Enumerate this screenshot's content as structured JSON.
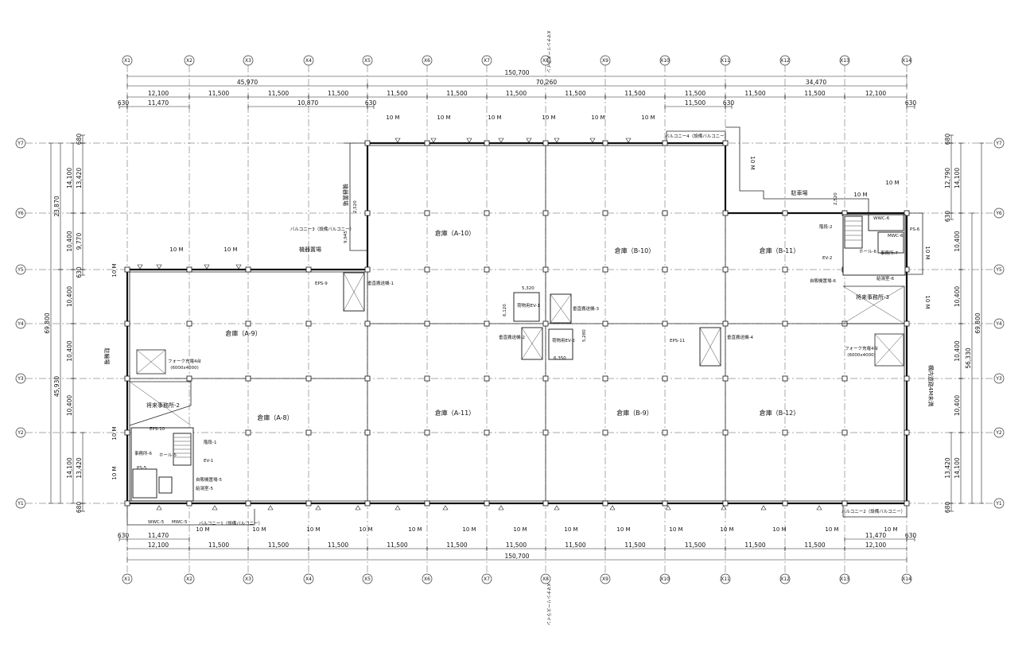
{
  "grid_x": [
    "X1",
    "X2",
    "X3",
    "X4",
    "X5",
    "X6",
    "X7",
    "X8",
    "X9",
    "X10",
    "X11",
    "X12",
    "X13",
    "X14"
  ],
  "grid_y": [
    "Y7",
    "Y6",
    "Y5",
    "Y4",
    "Y3",
    "Y2",
    "Y1"
  ],
  "dims_top": {
    "overall": "150,700",
    "sections": [
      "45,970",
      "70,260",
      "34,470"
    ],
    "spans": [
      "12,100",
      "11,500",
      "11,500",
      "11,500",
      "11,500",
      "11,500",
      "11,500",
      "11,500",
      "11,500",
      "11,500",
      "11,500",
      "11,500",
      "12,100"
    ],
    "sub": [
      "630",
      "11,470",
      "10,870",
      "630",
      "11,500",
      "630",
      "630"
    ]
  },
  "dims_bottom": {
    "overall": "150,700",
    "spans": [
      "12,100",
      "11,500",
      "11,500",
      "11,500",
      "11,500",
      "11,500",
      "11,500",
      "11,500",
      "11,500",
      "11,500",
      "11,500",
      "11,500",
      "12,100"
    ],
    "sub": [
      "630",
      "11,470",
      "11,470",
      "630"
    ]
  },
  "dims_left": {
    "overall": "69,800",
    "groups": [
      "23,870",
      "45,930"
    ],
    "spans": [
      "14,100",
      "10,400",
      "10,400",
      "10,400",
      "10,400",
      "14,100"
    ],
    "sub": [
      "680",
      "13,420",
      "9,770",
      "630",
      "13,420",
      "680"
    ]
  },
  "dims_right": {
    "overall": "69,800",
    "groups": [
      "56,330"
    ],
    "spans": [
      "14,100",
      "10,400",
      "10,400",
      "10,400",
      "10,400",
      "14,100"
    ],
    "sub": [
      "680",
      "12,790",
      "630",
      "13,420",
      "680"
    ]
  },
  "rooms": {
    "a10": "倉庫（A-10）",
    "b10": "倉庫（B-10）",
    "b11": "倉庫（B-11）",
    "a9": "倉庫（A-9）",
    "a8": "倉庫（A-8）",
    "a11": "倉庫（A-11）",
    "b9": "倉庫（B-9）",
    "b12": "倉庫（B-12）"
  },
  "labels": {
    "truck_10m": "10 M",
    "kiki_top": "機器置場",
    "kiki_vert": "機器置場",
    "balcony1": "バルコニー1（設備バルコニー）",
    "balcony2": "バルコニー2（設備バルコニー）",
    "balcony3": "バルコニー3（設備バルコニー）",
    "balcony4": "バルコニー4（設備バルコニー）",
    "parking": "駐車場",
    "parking_vert": "駐輪場",
    "road": "構内道路4M未満",
    "fork_left": "フォーク充電4台",
    "fork_left_size": "(6000x4000)",
    "fork_right": "フォーク充電4台",
    "fork_right_size": "(6000x4000)",
    "future_office_2": "将来事務所-2",
    "future_office_3": "将来事務所-3",
    "office_6": "事務所-6",
    "office_7": "事務所-7",
    "conveyor_1": "垂直搬送機-1",
    "conveyor_2": "垂直搬送機-2",
    "conveyor_3": "垂直搬送機-3",
    "conveyor_4": "垂直搬送機-4",
    "freight_ev1": "荷物用EV-1",
    "freight_ev2": "荷物用EV-2",
    "eps9": "EPS-9",
    "eps10": "EPS-10",
    "eps11": "EPS-11",
    "stair1": "階段-1",
    "stair2": "階段-2",
    "ev1": "EV-1",
    "ev2": "EV-2",
    "vend5": "自販機置場-5",
    "vend6": "自販機置場-6",
    "kyuto5": "給湯室-5",
    "kyuto6": "給湯室-6",
    "ps5": "PS-5",
    "ps6": "PS-6",
    "hall5": "ホール-5",
    "hall6": "ホール-6",
    "mwc5": "MWC-5",
    "wwc5": "WWC-5",
    "mwc6": "MWC-6",
    "wwc6": "WWC-6",
    "d5320": "5,320",
    "d6120": "6,120",
    "d5280": "5,280",
    "d6350": "6,350",
    "d2520": "2,520",
    "d2520b": "2,520",
    "d9945": "9,945"
  },
  "notes": {
    "top_line": "Xマナシリースライン",
    "bottom_line": "Xマナシリースライン"
  }
}
